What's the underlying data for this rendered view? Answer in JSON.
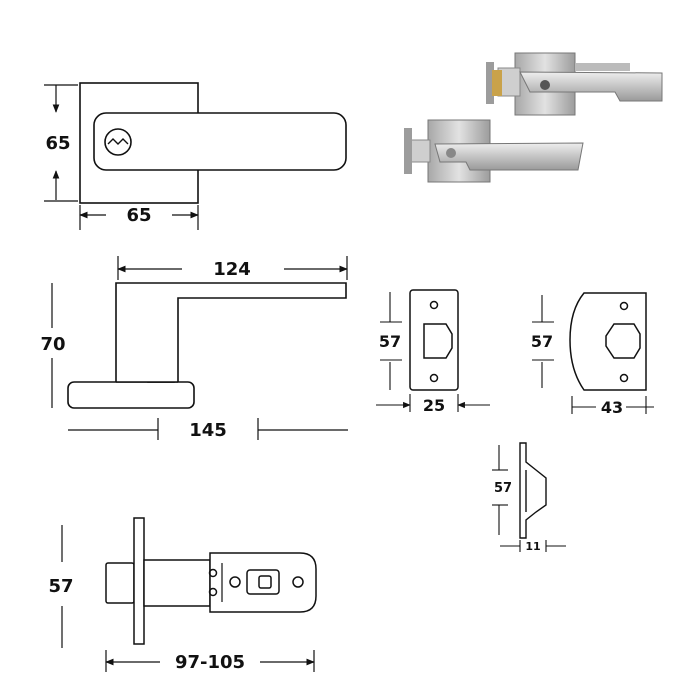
{
  "dimensions": {
    "rose_height": "65",
    "rose_width": "65",
    "lever_length": "124",
    "overall_height": "70",
    "overall_length": "145",
    "strike_square_height": "57",
    "strike_square_width": "25",
    "strike_round_height": "57",
    "strike_round_width": "43",
    "strike_side_height": "57",
    "strike_side_depth": "11",
    "latch_height": "57",
    "latch_backset": "97-105"
  },
  "colors": {
    "line": "#111111",
    "metal_light": "#dcdcdc",
    "metal_mid": "#b5b5b5",
    "metal_dark": "#7a7a7a",
    "brass": "#c9a24a"
  }
}
